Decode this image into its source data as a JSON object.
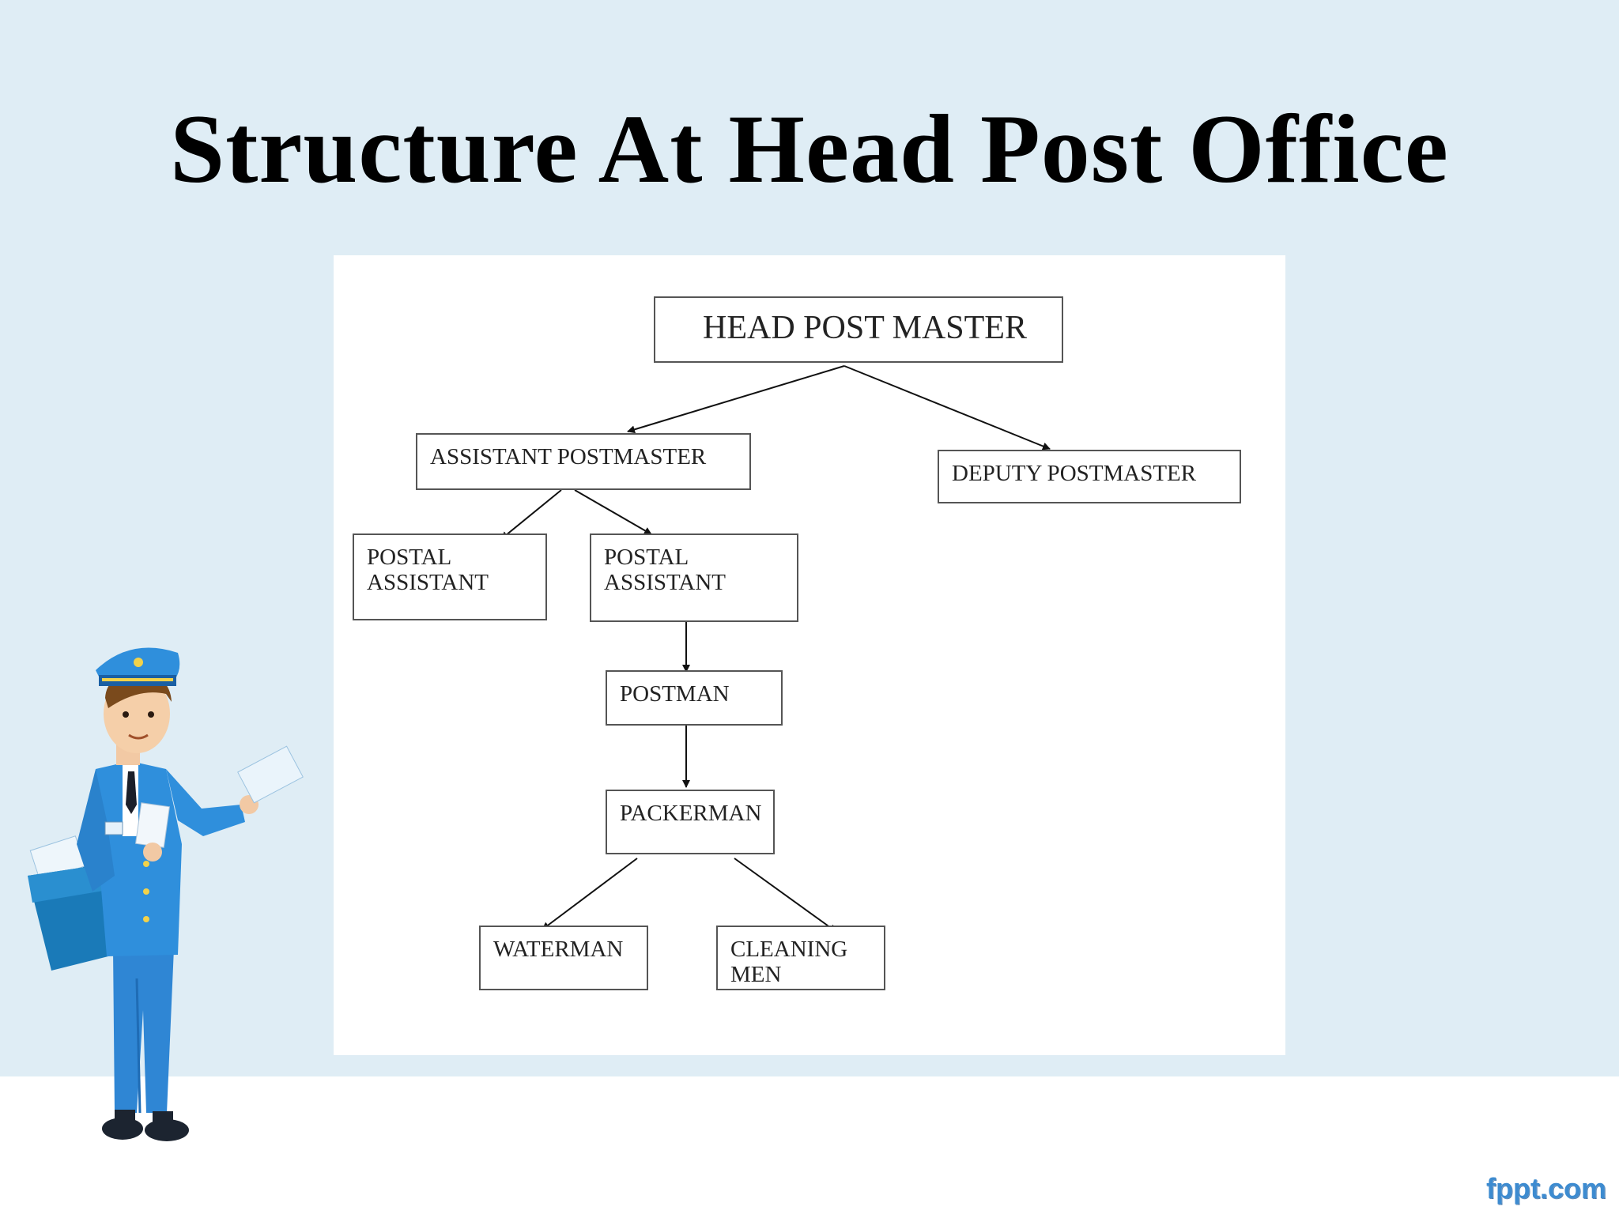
{
  "slide": {
    "title": "Structure At Head Post Office",
    "brand": "fppt.com"
  },
  "org_chart": {
    "nodes": [
      {
        "id": "head-post-master",
        "label": "HEAD POST MASTER"
      },
      {
        "id": "assistant-postmaster",
        "label": "ASSISTANT POSTMASTER"
      },
      {
        "id": "deputy-postmaster",
        "label": "DEPUTY POSTMASTER"
      },
      {
        "id": "postal-assistant-1",
        "label": "POSTAL ASSISTANT"
      },
      {
        "id": "postal-assistant-2",
        "label": "POSTAL ASSISTANT"
      },
      {
        "id": "postman",
        "label": "POSTMAN"
      },
      {
        "id": "packerman",
        "label": "PACKERMAN"
      },
      {
        "id": "waterman",
        "label": "WATERMAN"
      },
      {
        "id": "cleaning-men",
        "label": "CLEANING MEN"
      }
    ],
    "edges": [
      [
        "head-post-master",
        "assistant-postmaster"
      ],
      [
        "head-post-master",
        "deputy-postmaster"
      ],
      [
        "assistant-postmaster",
        "postal-assistant-1"
      ],
      [
        "assistant-postmaster",
        "postal-assistant-2"
      ],
      [
        "postal-assistant-2",
        "postman"
      ],
      [
        "postman",
        "packerman"
      ],
      [
        "packerman",
        "waterman"
      ],
      [
        "packerman",
        "cleaning-men"
      ]
    ]
  }
}
